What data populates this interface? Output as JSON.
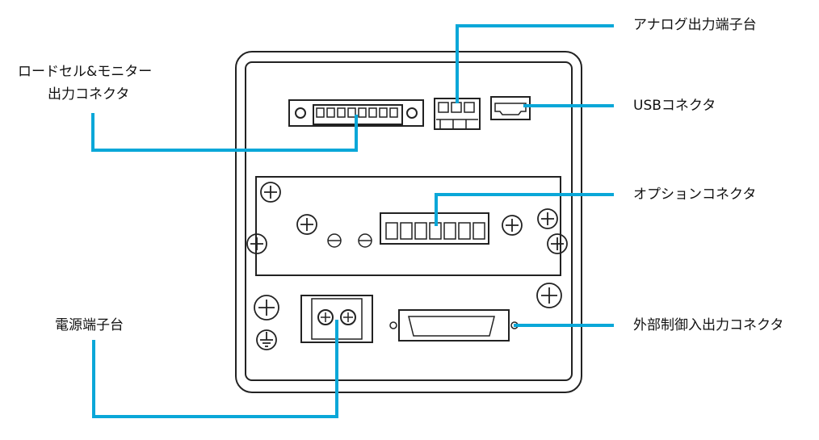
{
  "labels": {
    "loadcell_line1": "ロードセル&モニター",
    "loadcell_line2": "出力コネクタ",
    "analog": "アナログ出力端子台",
    "usb": "USBコネクタ",
    "option": "オプションコネクタ",
    "power": "電源端子台",
    "external": "外部制御入出力コネクタ"
  },
  "colors": {
    "leader": "#0aa7d8",
    "outline": "#222222"
  }
}
